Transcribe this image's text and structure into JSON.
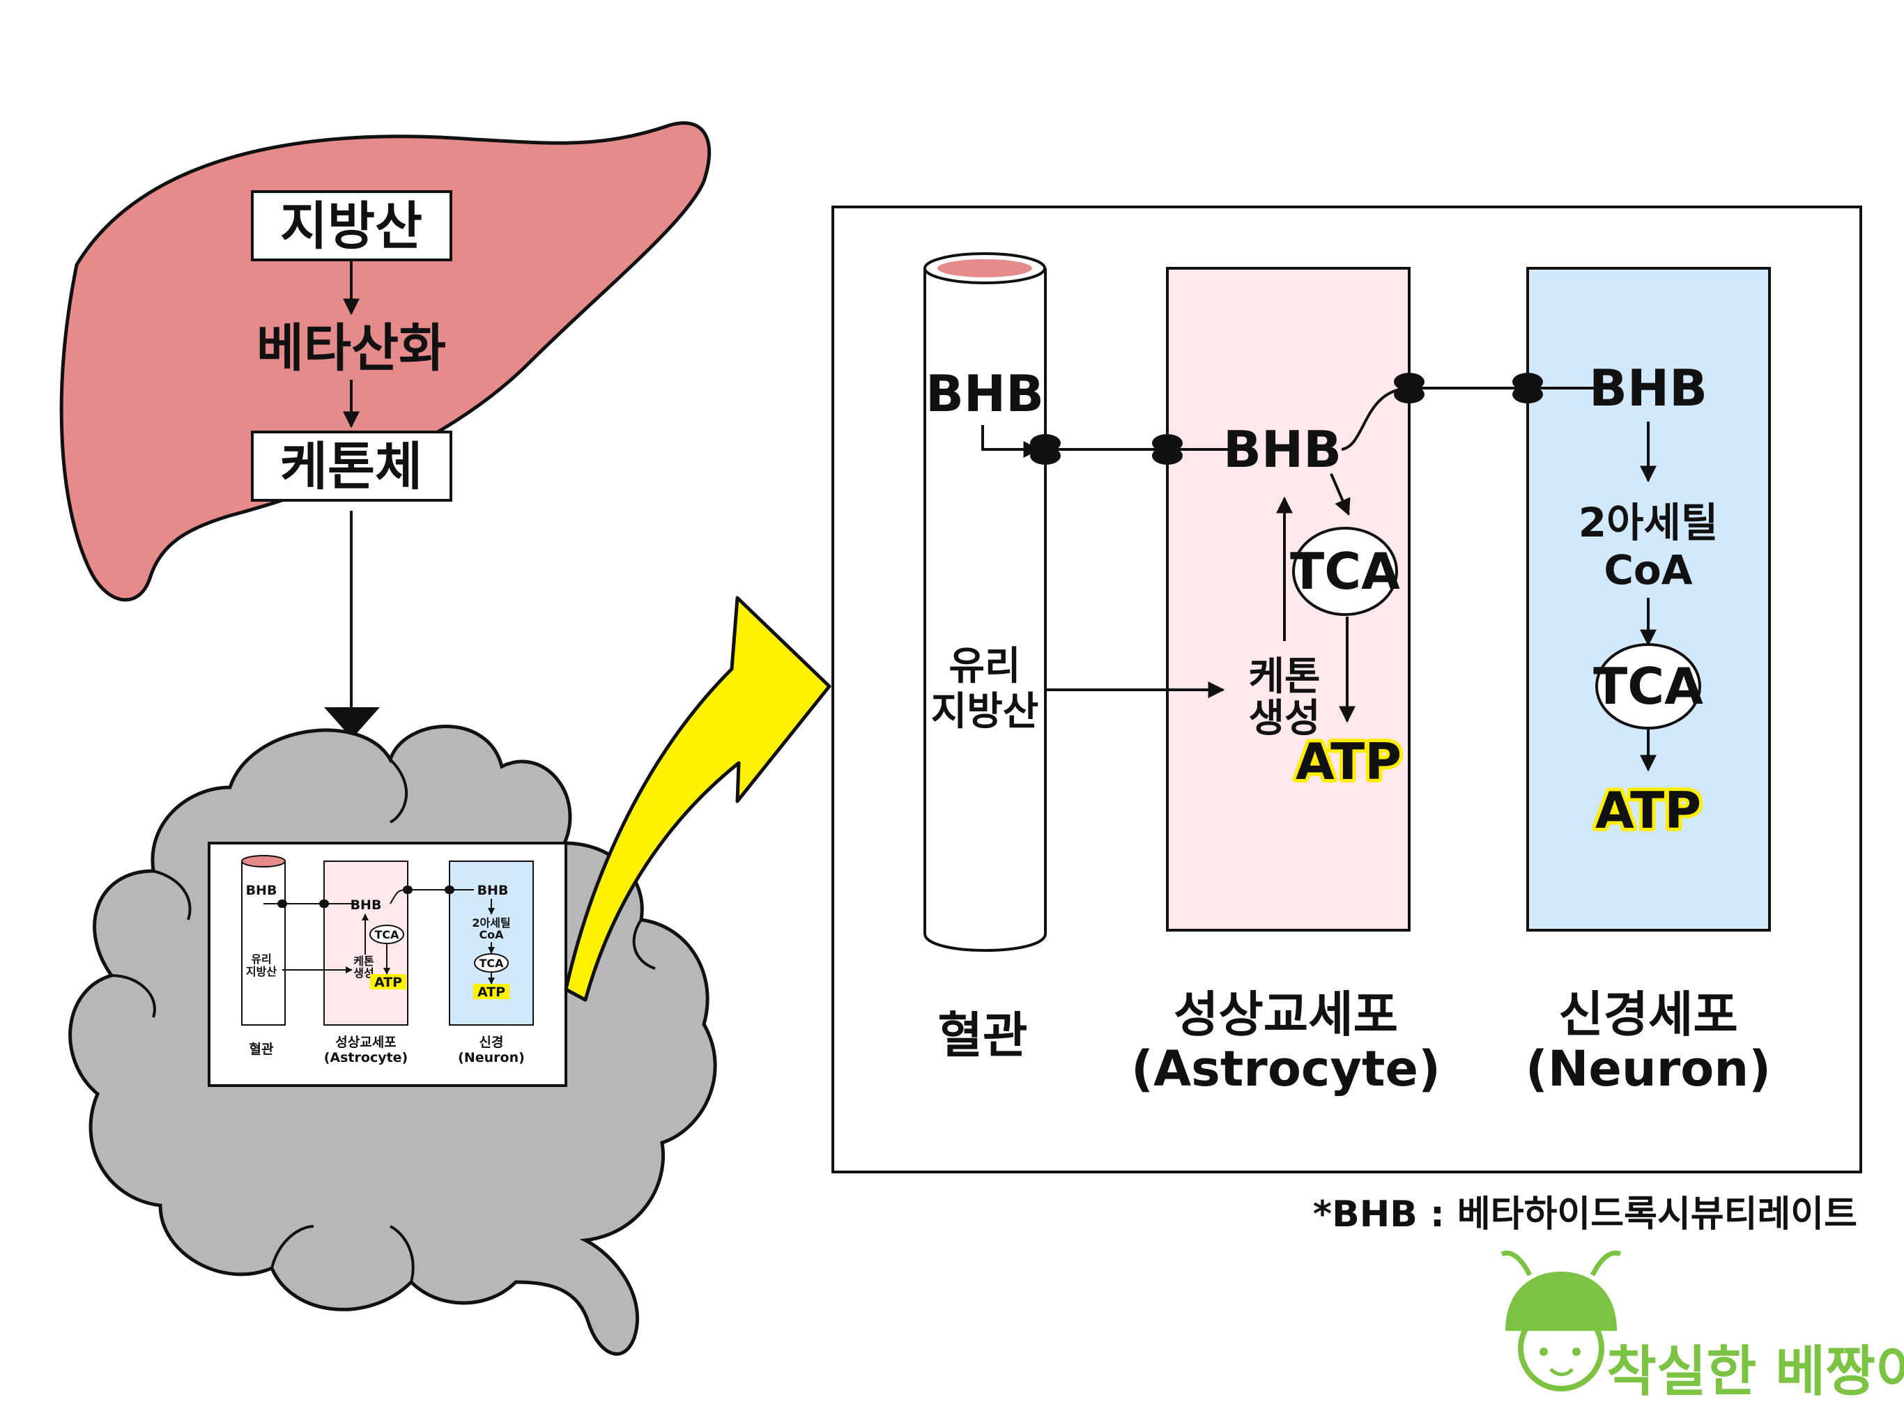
{
  "liver": {
    "fatty_acid": "지방산",
    "beta_oxidation": "베타산화",
    "ketone_body": "케톤체"
  },
  "panel": {
    "bhb": "BHB",
    "free_fatty_acid_line1": "유리",
    "free_fatty_acid_line2": "지방산",
    "ketogenesis_line1": "케톤",
    "ketogenesis_line2": "생성",
    "tca": "TCA",
    "atp": "ATP",
    "acetyl_line1": "2아세틸",
    "acetyl_line2": "CoA",
    "blood_vessel": "혈관",
    "astrocyte_kor": "성상교세포",
    "astrocyte_eng": "(Astrocyte)",
    "neuron_kor": "신경세포",
    "neuron_eng": "(Neuron)"
  },
  "mini_panel": {
    "neuron_kor": "신경"
  },
  "footnote": "*BHB : 베타하이드록시뷰티레이트",
  "brand": {
    "name": "착실한 베짱이"
  },
  "colors": {
    "liver": "#e58b8b",
    "brain": "#b7b7b7",
    "astrocyte": "#fde8ec",
    "neuron": "#d2e8fb",
    "arrow_yellow": "#fff200",
    "atp_highlight": "#ffee00",
    "brand_green": "#7cc243"
  }
}
